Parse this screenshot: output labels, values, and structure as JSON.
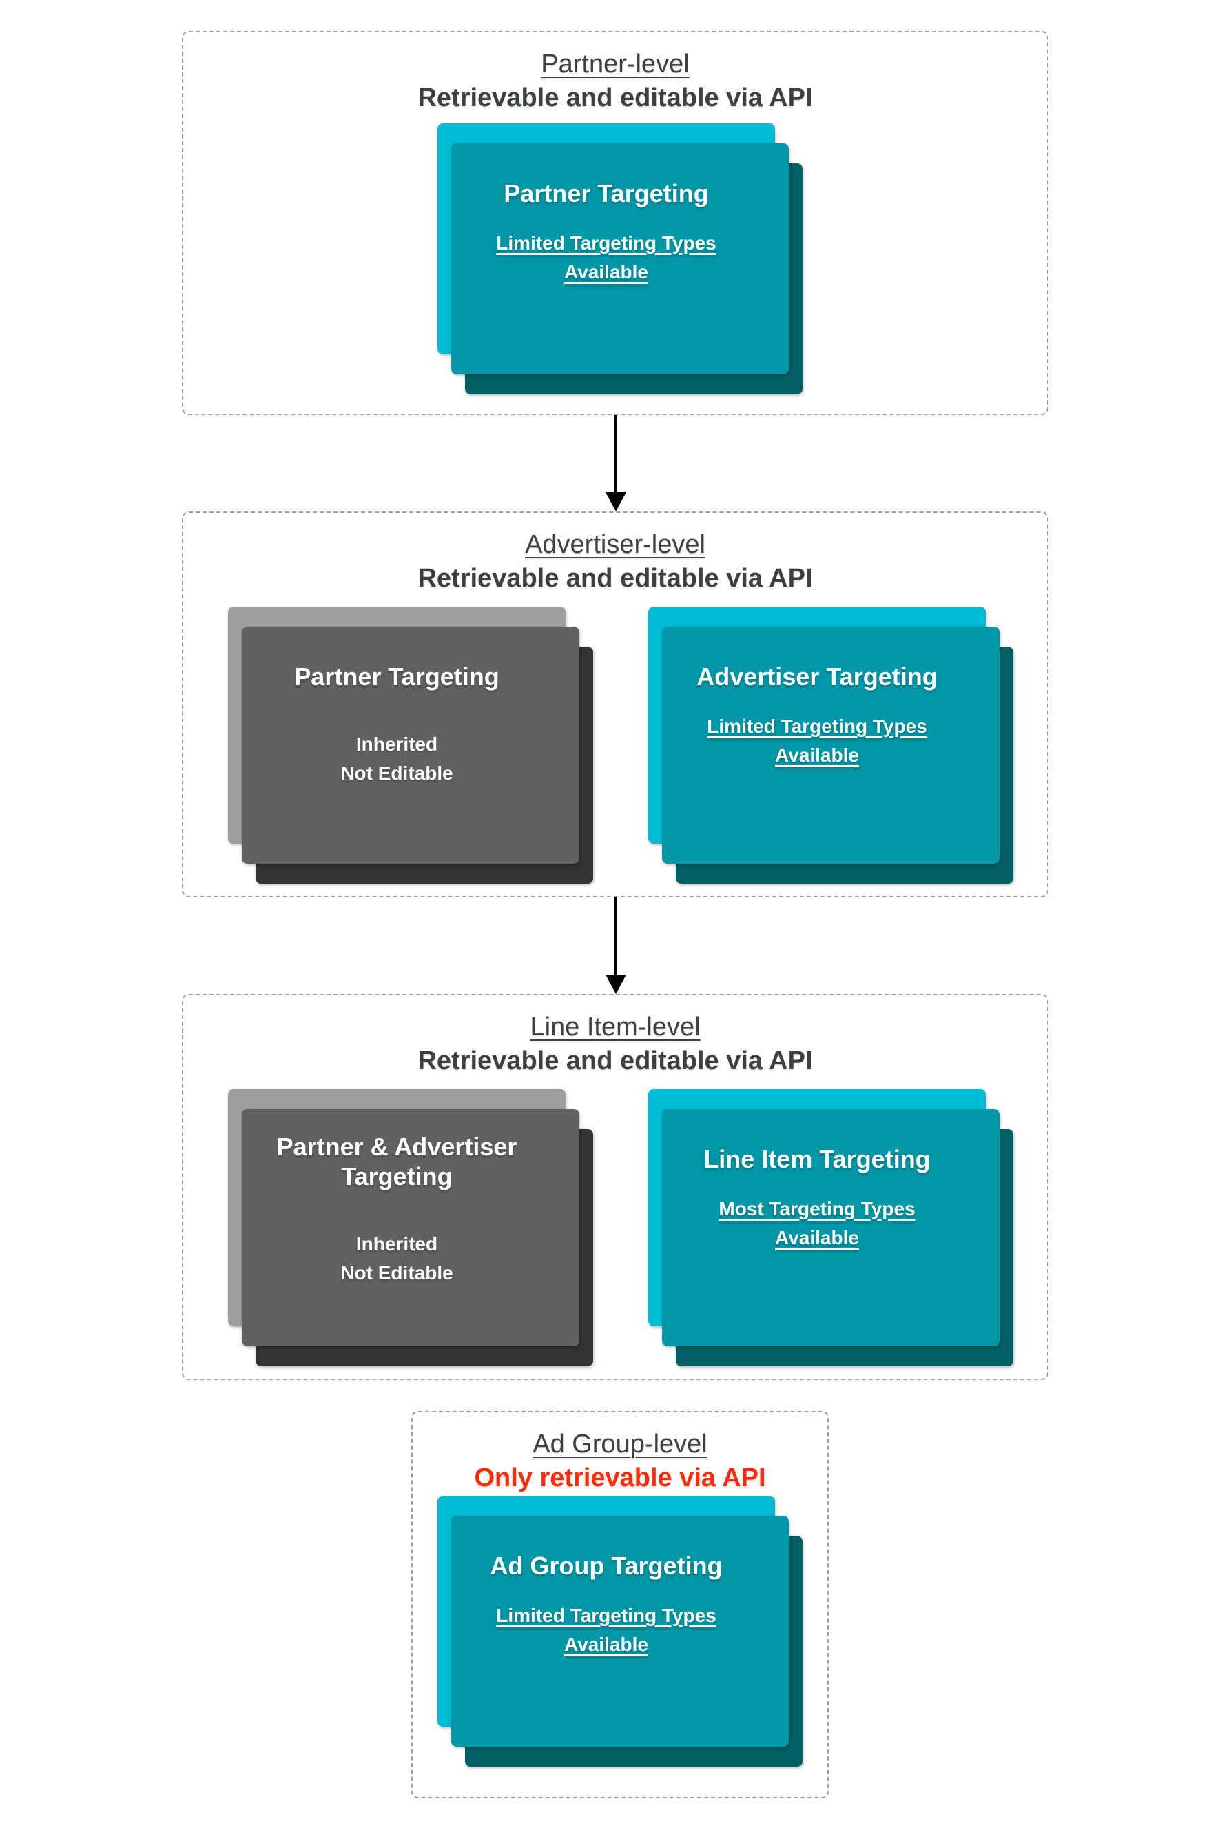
{
  "colors": {
    "teal_card": "#00bcd4",
    "teal_layer2": "#0097a7",
    "teal_layer3": "#006064",
    "gray_card": "#9e9e9e",
    "gray_layer2": "#616161",
    "gray_layer3": "#333333",
    "heading_text": "#3c4043",
    "alert_red": "#fa2b09",
    "box_border": "#9e9e9e",
    "arrow": "#000000",
    "card_text": "#ffffff"
  },
  "sections": [
    {
      "title": "Partner-level",
      "subtitle": "Retrievable and editable via API",
      "cards": [
        {
          "variant": "teal",
          "title": "Partner Targeting",
          "lines": [
            "Limited Targeting Types",
            "Available"
          ]
        }
      ]
    },
    {
      "title": "Advertiser-level",
      "subtitle": "Retrievable and editable via API",
      "cards": [
        {
          "variant": "gray",
          "title": "Partner Targeting",
          "lines": [
            "Inherited",
            "Not Editable"
          ]
        },
        {
          "variant": "teal",
          "title": "Advertiser Targeting",
          "lines": [
            "Limited Targeting Types",
            "Available"
          ]
        }
      ]
    },
    {
      "title": "Line Item-level",
      "subtitle": "Retrievable and editable via API",
      "cards": [
        {
          "variant": "gray",
          "title": "Partner & Advertiser Targeting",
          "lines": [
            "Inherited",
            "Not Editable"
          ]
        },
        {
          "variant": "teal",
          "title": "Line Item Targeting",
          "lines": [
            "Most Targeting Types",
            "Available"
          ]
        }
      ]
    },
    {
      "title": "Ad Group-level",
      "subtitle": "Only retrievable via API",
      "cards": [
        {
          "variant": "teal",
          "title": "Ad Group Targeting",
          "lines": [
            "Limited Targeting Types",
            "Available"
          ]
        }
      ]
    }
  ]
}
